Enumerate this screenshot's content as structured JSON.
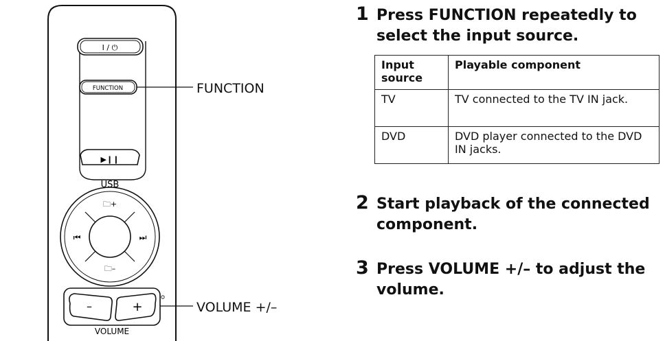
{
  "remote": {
    "power_button": "I / ⏻",
    "function_button": "FUNCTION",
    "play_pause_button": "▶❙❙",
    "usb_label": "USB",
    "folder_plus": "🗀+",
    "folder_minus": "🗀–",
    "prev_track": "⏮",
    "next_track": "⏭",
    "volume_minus": "–",
    "volume_plus": "+",
    "volume_label": "VOLUME"
  },
  "callouts": {
    "function": "FUNCTION",
    "volume": "VOLUME +/–"
  },
  "steps": [
    {
      "number": "1",
      "text": "Press FUNCTION repeatedly to select the input source."
    },
    {
      "number": "2",
      "text": "Start playback of the connected component."
    },
    {
      "number": "3",
      "text": "Press VOLUME +/– to adjust the volume."
    }
  ],
  "table": {
    "headers": [
      "Input source",
      "Playable component"
    ],
    "rows": [
      [
        "TV",
        "TV connected to the TV IN jack."
      ],
      [
        "DVD",
        "DVD player connected to the DVD IN jacks."
      ]
    ]
  }
}
